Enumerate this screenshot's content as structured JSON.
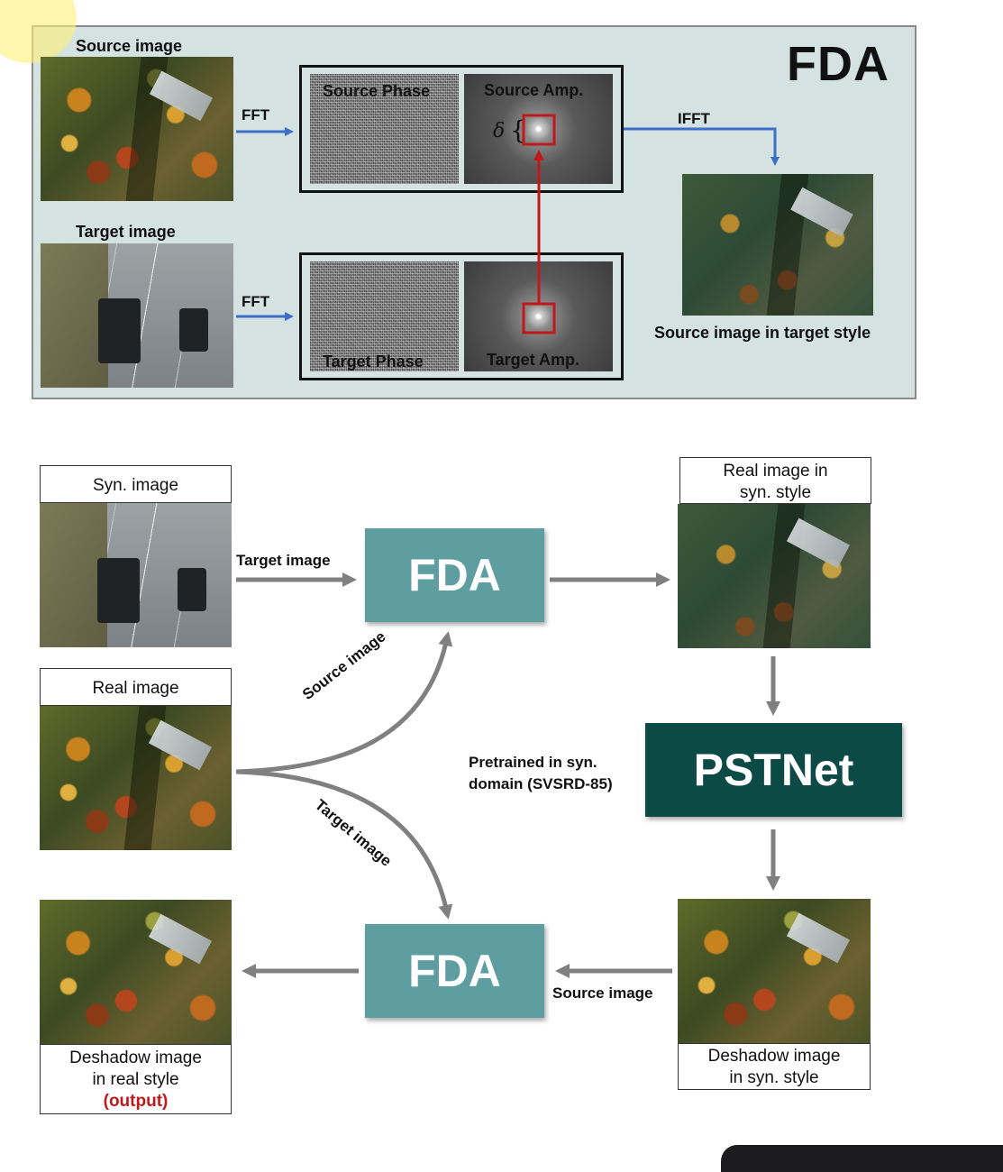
{
  "top_panel": {
    "title": "FDA",
    "source_image_label": "Source image",
    "target_image_label": "Target image",
    "fft_top": "FFT",
    "fft_bottom": "FFT",
    "ifft": "IFFT",
    "source_phase": "Source Phase",
    "source_amp": "Source Amp.",
    "target_phase": "Target Phase",
    "target_amp": "Target Amp.",
    "delta": "δ",
    "result_label": "Source image in target style"
  },
  "bottom": {
    "syn_image": "Syn. image",
    "real_image": "Real image",
    "real_in_syn_line1": "Real image in",
    "real_in_syn_line2": "syn. style",
    "deshadow_syn_line1": "Deshadow image",
    "deshadow_syn_line2": "in syn. style",
    "deshadow_real_line1": "Deshadow image",
    "deshadow_real_line2": "in real style",
    "output": "(output)",
    "fda_top": "FDA",
    "fda_bottom": "FDA",
    "pstnet": "PSTNet",
    "pretrained_line1": "Pretrained in syn.",
    "pretrained_line2": "domain (SVSRD-85)",
    "arrow_target_image_top": "Target image",
    "arrow_source_image_curve": "Source image",
    "arrow_target_image_curve": "Target image",
    "arrow_source_image_bottom": "Source image"
  },
  "colors": {
    "panel_bg": "#d4e2e2",
    "fda_box": "#5f9ea0",
    "pstnet_box": "#0c4a46",
    "blue_arrow": "#3d6fc9",
    "red_arrow": "#c0191b",
    "gray_arrow": "#808080",
    "output_red": "#c0191b"
  }
}
